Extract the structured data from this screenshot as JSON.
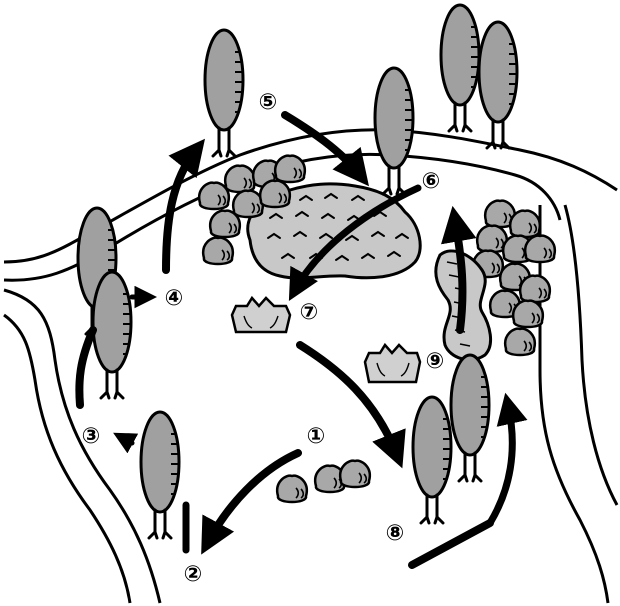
{
  "colors": {
    "tree_fill": "#a0a0a0",
    "bush_fill": "#a8a8a8",
    "pond_fill": "#c8c8c8",
    "stump_fill": "#d0d0d0",
    "outline": "#000000",
    "background": "#ffffff"
  },
  "steps": [
    {
      "id": "step-1",
      "label": "①"
    },
    {
      "id": "step-2",
      "label": "②"
    },
    {
      "id": "step-3",
      "label": "③"
    },
    {
      "id": "step-4",
      "label": "④"
    },
    {
      "id": "step-5",
      "label": "⑤"
    },
    {
      "id": "step-6",
      "label": "⑥"
    },
    {
      "id": "step-7",
      "label": "⑦"
    },
    {
      "id": "step-8",
      "label": "⑧"
    },
    {
      "id": "step-9",
      "label": "⑨"
    }
  ]
}
